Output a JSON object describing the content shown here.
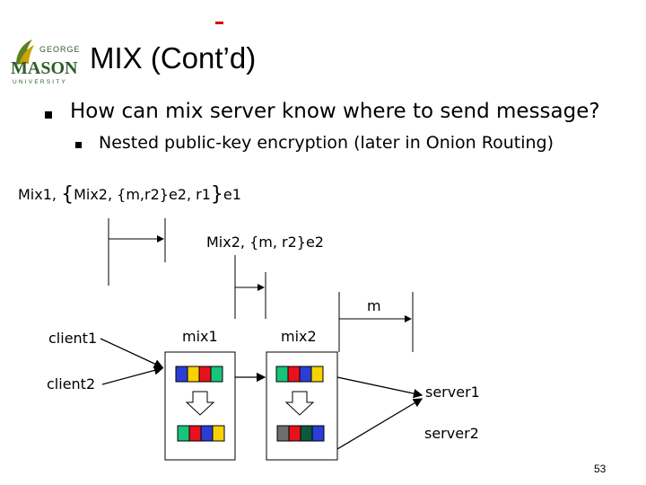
{
  "slide": {
    "title": "MIX (Cont’d)",
    "page_number": "53"
  },
  "logo": {
    "top_text": "GEORGE",
    "main_text": "MASON",
    "bottom_text": "UNIVERSITY"
  },
  "bullets": {
    "level1": "How can mix server know where to send message?",
    "level2": "Nested public-key encryption (later in Onion Routing)"
  },
  "diagram": {
    "message_line": {
      "prefix": "Mix1, ",
      "open_brace": "{",
      "inner": "Mix2, {m,r2}e2, r1",
      "close_brace": "}",
      "suffix": "e1"
    },
    "label_hop2": "Mix2, {m, r2}e2",
    "label_hop3": "m",
    "client1": "client1",
    "client2": "client2",
    "mix1": "mix1",
    "mix2": "mix2",
    "server1": "server1",
    "server2": "server2",
    "colors": {
      "blue": "#2a3ed6",
      "yellow": "#f7d200",
      "red": "#e8121e",
      "green": "#17c47a",
      "gray": "#6e6e6e",
      "darkgreen": "#0c5a3e"
    }
  }
}
